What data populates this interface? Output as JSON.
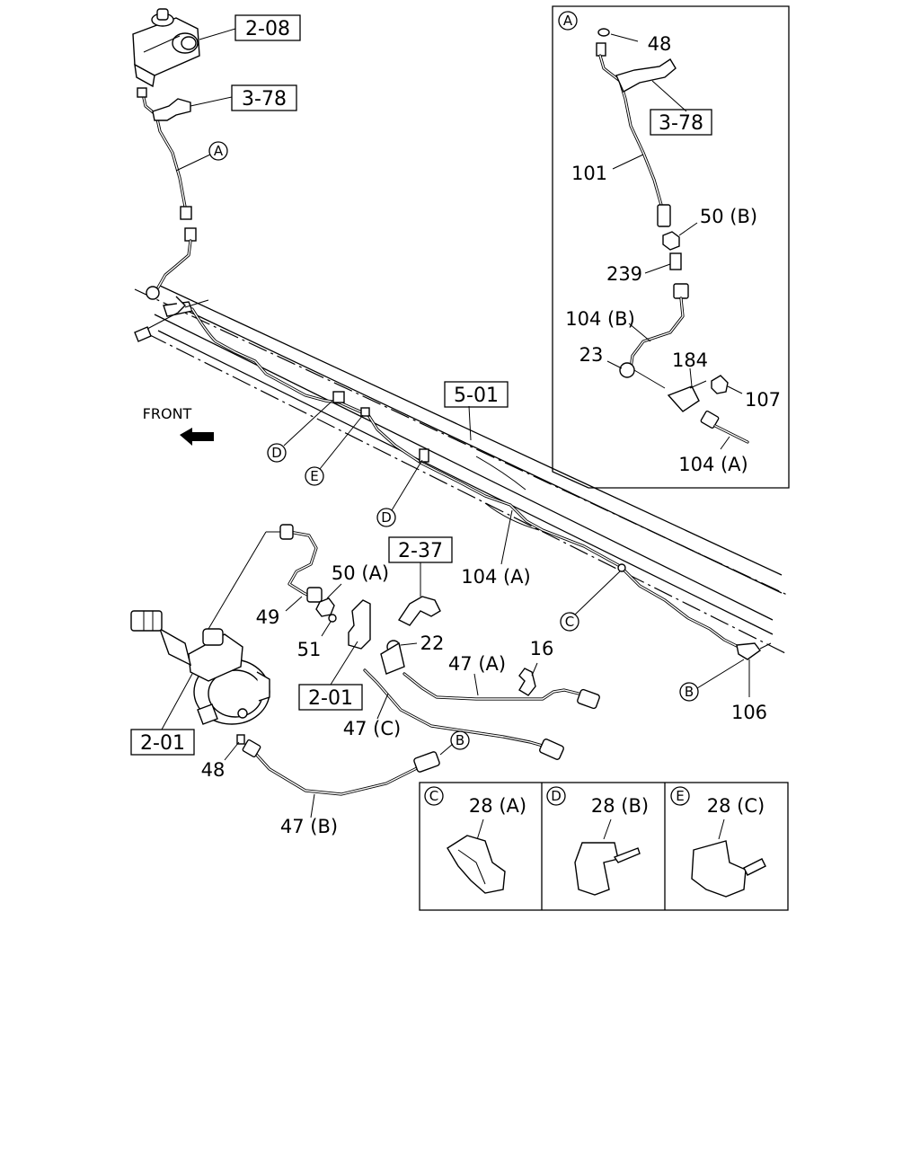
{
  "front_label": "FRONT",
  "ref_boxes": {
    "r208": "2-08",
    "r378_main": "3-78",
    "r501": "5-01",
    "r237": "2-37",
    "r201_bracket": "2-01",
    "r201_cylinder": "2-01",
    "r378_detail": "3-78"
  },
  "callouts": {
    "c_A": "A",
    "c_D1": "D",
    "c_E": "E",
    "c_D2": "D",
    "c_C": "C",
    "c_B1": "B",
    "c_B2": "B"
  },
  "part_labels": {
    "p104A_main": "104 (A)",
    "p50A": "50 (A)",
    "p49": "49",
    "p51": "51",
    "p22": "22",
    "p47A": "47 (A)",
    "p16": "16",
    "p47C": "47 (C)",
    "p48_main": "48",
    "p47B": "47 (B)",
    "p106": "106"
  },
  "detail_A": {
    "letter": "A",
    "labels": {
      "p48": "48",
      "p101": "101",
      "p50B": "50 (B)",
      "p239": "239",
      "p104B": "104 (B)",
      "p23": "23",
      "p184": "184",
      "p107": "107",
      "p104A": "104 (A)"
    }
  },
  "clip_panels": [
    {
      "letter": "C",
      "part": "28 (A)"
    },
    {
      "letter": "D",
      "part": "28 (B)"
    },
    {
      "letter": "E",
      "part": "28 (C)"
    }
  ]
}
